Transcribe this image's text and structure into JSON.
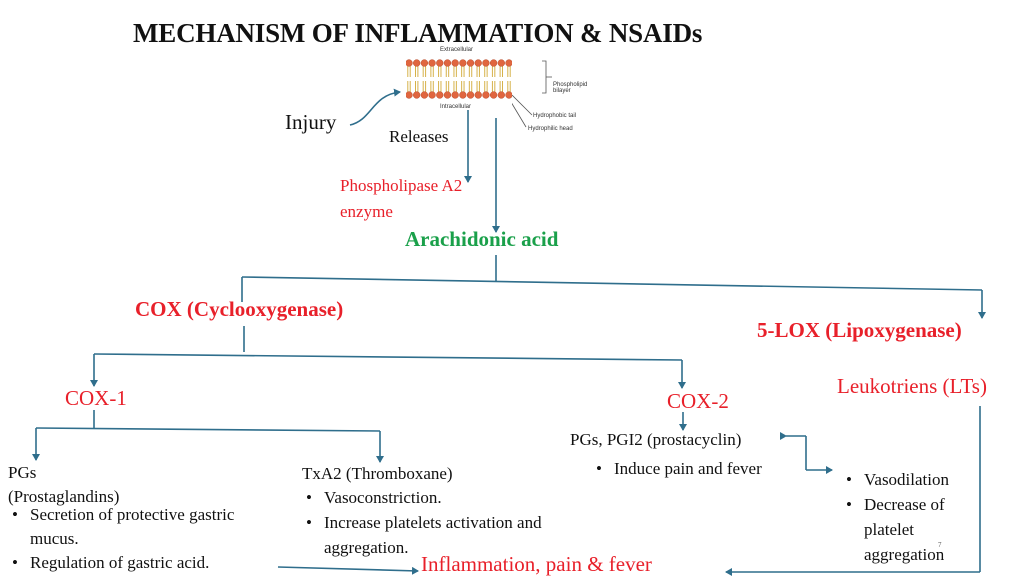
{
  "title": "MECHANISM OF INFLAMMATION & NSAIDs",
  "membrane": {
    "extracellular": "Extracellular",
    "intracellular": "Intracellular",
    "phospholipid_bilayer": "Phospholipid\nbilayer",
    "hydrophobic_tail": "Hydrophobic tail",
    "hydrophilic_head": "Hydrophilic head"
  },
  "injury": "Injury",
  "releases": "Releases",
  "pla2": {
    "line1": "Phospholipase A2",
    "line2": "enzyme"
  },
  "arachidonic_acid": "Arachidonic acid",
  "cox": "COX (Cyclooxygenase)",
  "lox": "5-LOX (Lipoxygenase)",
  "cox1": "COX-1",
  "cox2": "COX-2",
  "leukotriens": "Leukotriens (LTs)",
  "pgs": {
    "line1": "PGs",
    "line2": "(Prostaglandins)"
  },
  "pgs_bullets": [
    "Secretion of protective gastric",
    "mucus.",
    "Regulation of gastric acid."
  ],
  "txa2": "TxA2 (Thromboxane)",
  "txa2_bullets": [
    "Vasoconstriction.",
    "Increase platelets activation and",
    "aggregation."
  ],
  "cox2_pgs": "PGs, PGI2 (prostacyclin)",
  "cox2_bullets": [
    "Induce pain and fever"
  ],
  "lt_bullets": [
    "Vasodilation",
    "Decrease of",
    "platelet",
    "aggregation"
  ],
  "inflammation": "Inflammation, pain & fever",
  "slide_number": "7",
  "colors": {
    "line": "#2f6e8c",
    "red": "#e8202a",
    "green": "#1aa04a"
  }
}
